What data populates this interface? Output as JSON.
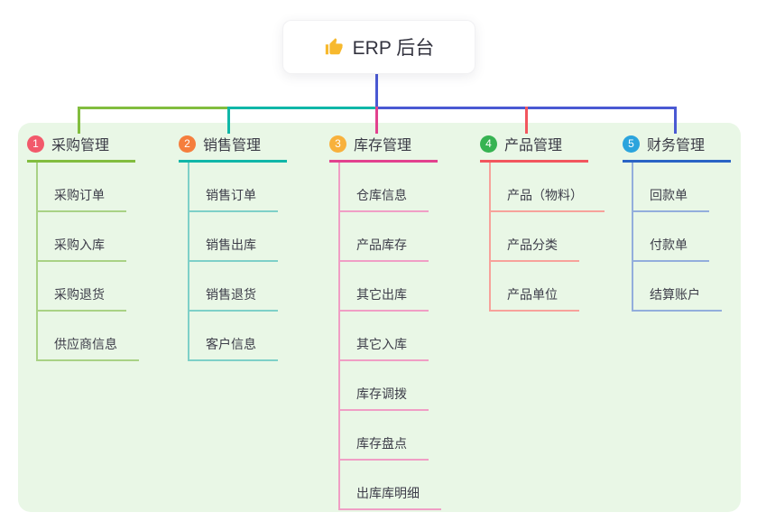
{
  "root": {
    "title": "ERP 后台",
    "icon": "thumbs-up",
    "icon_color": "#f7b92e"
  },
  "canvas": {
    "background": "#ffffff",
    "panel_background": "#e9f7e6"
  },
  "connectors": {
    "root": "#4a59d3",
    "branch1": "#82bd3f",
    "branch2": "#10b7a8",
    "branch3": "#e2418e",
    "branch4": "#f2565e",
    "branch5": "#4a59d3"
  },
  "branches": [
    {
      "badge": "1",
      "badge_color": "#f2596b",
      "label": "采购管理",
      "line_color": "#82bd3f",
      "item_line_color": "#a9d285",
      "items": [
        "采购订单",
        "采购入库",
        "采购退货",
        "供应商信息"
      ]
    },
    {
      "badge": "2",
      "badge_color": "#f57e3d",
      "label": "销售管理",
      "line_color": "#10b7a8",
      "item_line_color": "#7ed0c8",
      "items": [
        "销售订单",
        "销售出库",
        "销售退货",
        "客户信息"
      ]
    },
    {
      "badge": "3",
      "badge_color": "#f8b13c",
      "label": "库存管理",
      "line_color": "#e2418e",
      "item_line_color": "#f09ec5",
      "items": [
        "仓库信息",
        "产品库存",
        "其它出库",
        "其它入库",
        "库存调拨",
        "库存盘点",
        "出库库明细"
      ]
    },
    {
      "badge": "4",
      "badge_color": "#37b352",
      "label": "产品管理",
      "line_color": "#f2565e",
      "item_line_color": "#f7a29b",
      "items": [
        "产品（物料）",
        "产品分类",
        "产品单位"
      ]
    },
    {
      "badge": "5",
      "badge_color": "#2ba4dd",
      "label": "财务管理",
      "line_color": "#2a64c5",
      "item_line_color": "#93aedc",
      "items": [
        "回款单",
        "付款单",
        "结算账户"
      ]
    }
  ]
}
